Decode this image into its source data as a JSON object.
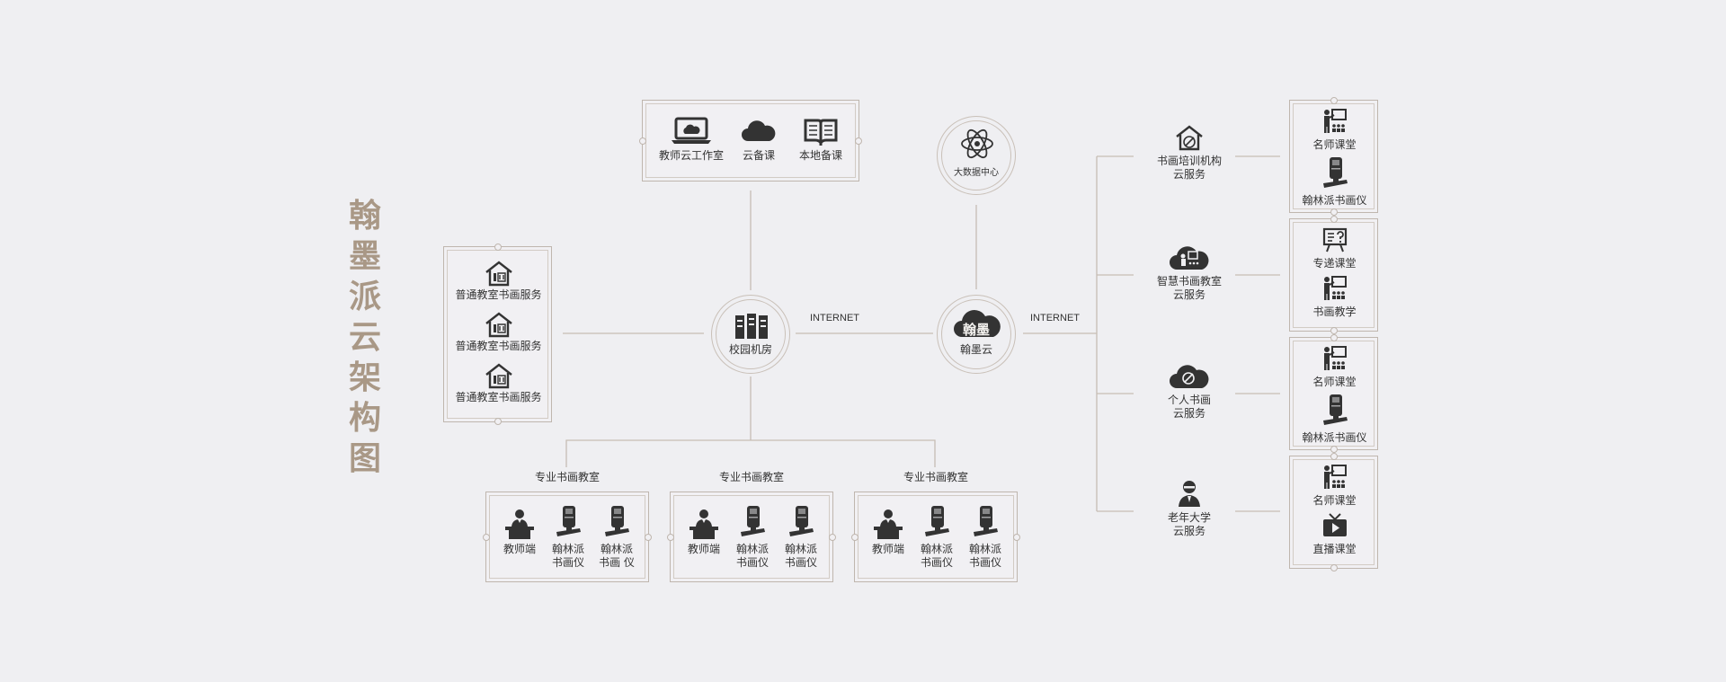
{
  "title": "翰墨派云架构图",
  "internet_left": "INTERNET",
  "internet_right": "INTERNET",
  "top_box": {
    "items": [
      {
        "label": "教师云工作室",
        "icon": "laptop-cloud-icon"
      },
      {
        "label": "云备课",
        "icon": "cloud-icon"
      },
      {
        "label": "本地备课",
        "icon": "book-icon"
      }
    ]
  },
  "data_center": {
    "label": "大数据中心",
    "icon": "atom-icon"
  },
  "campus_room": {
    "label": "校园机房",
    "icon": "server-icon"
  },
  "hanmo_cloud": {
    "label": "翰墨云",
    "logo_text": "翰墨",
    "icon": "cloud-logo-icon"
  },
  "left_box": {
    "items": [
      {
        "label": "普通教室书画服务",
        "icon": "house-icon"
      },
      {
        "label": "普通教室书画服务",
        "icon": "house-icon"
      },
      {
        "label": "普通教室书画服务",
        "icon": "house-icon"
      }
    ]
  },
  "classrooms": [
    {
      "heading": "专业书画教室",
      "items": [
        {
          "line1": "教师端",
          "line2": "",
          "icon": "teacher-desk-icon"
        },
        {
          "line1": "翰林派",
          "line2": "书画仪",
          "icon": "device-icon"
        },
        {
          "line1": "翰林派",
          "line2": "书画 仪",
          "icon": "device-icon"
        }
      ]
    },
    {
      "heading": "专业书画教室",
      "items": [
        {
          "line1": "教师端",
          "line2": "",
          "icon": "teacher-desk-icon"
        },
        {
          "line1": "翰林派",
          "line2": "书画仪",
          "icon": "device-icon"
        },
        {
          "line1": "翰林派",
          "line2": "书画仪",
          "icon": "device-icon"
        }
      ]
    },
    {
      "heading": "专业书画教室",
      "items": [
        {
          "line1": "教师端",
          "line2": "",
          "icon": "teacher-desk-icon"
        },
        {
          "line1": "翰林派",
          "line2": "书画仪",
          "icon": "device-icon"
        },
        {
          "line1": "翰林派",
          "line2": "书画仪",
          "icon": "device-icon"
        }
      ]
    }
  ],
  "services": [
    {
      "line1": "书画培训机构",
      "line2": "云服务",
      "icon": "house-brush-icon",
      "box": [
        {
          "label": "名师课堂",
          "icon": "lecture-icon"
        },
        {
          "label": "翰林派书画仪",
          "icon": "device-icon"
        }
      ]
    },
    {
      "line1": "智慧书画教室",
      "line2": "云服务",
      "icon": "cloud-lecture-icon",
      "box": [
        {
          "label": "专递课堂",
          "icon": "board-question-icon"
        },
        {
          "label": "书画教学",
          "icon": "lecture-icon"
        }
      ]
    },
    {
      "line1": "个人书画",
      "line2": "云服务",
      "icon": "cloud-brush-icon",
      "box": [
        {
          "label": "名师课堂",
          "icon": "lecture-icon"
        },
        {
          "label": "翰林派书画仪",
          "icon": "device-icon"
        }
      ]
    },
    {
      "line1": "老年大学",
      "line2": "云服务",
      "icon": "elder-person-icon",
      "box": [
        {
          "label": "名师课堂",
          "icon": "lecture-icon"
        },
        {
          "label": "直播课堂",
          "icon": "tv-play-icon"
        }
      ]
    }
  ]
}
